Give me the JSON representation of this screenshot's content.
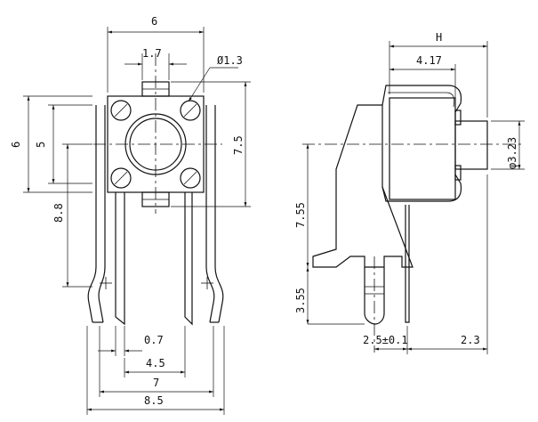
{
  "front_view": {
    "dim_width_top": "6",
    "dim_pin_spacing_top": "1.7",
    "dim_hole_diameter": "Ø1.3",
    "dim_body_height": "7.5",
    "dim_left_outer": "6",
    "dim_left_inner": "5",
    "dim_left_lower": "8.8",
    "dim_pin_width": "0.7",
    "dim_inner_pins": "4.5",
    "dim_pin_pitch": "7",
    "dim_overall_width": "8.5"
  },
  "side_view": {
    "dim_h": "H",
    "dim_plunger_depth": "4.17",
    "dim_plunger_diameter": "φ3.23",
    "dim_height_upper": "7.55",
    "dim_height_lower": "3.55",
    "dim_pin_offset": "2.5±0.1",
    "dim_pin_to_edge": "2.3"
  }
}
